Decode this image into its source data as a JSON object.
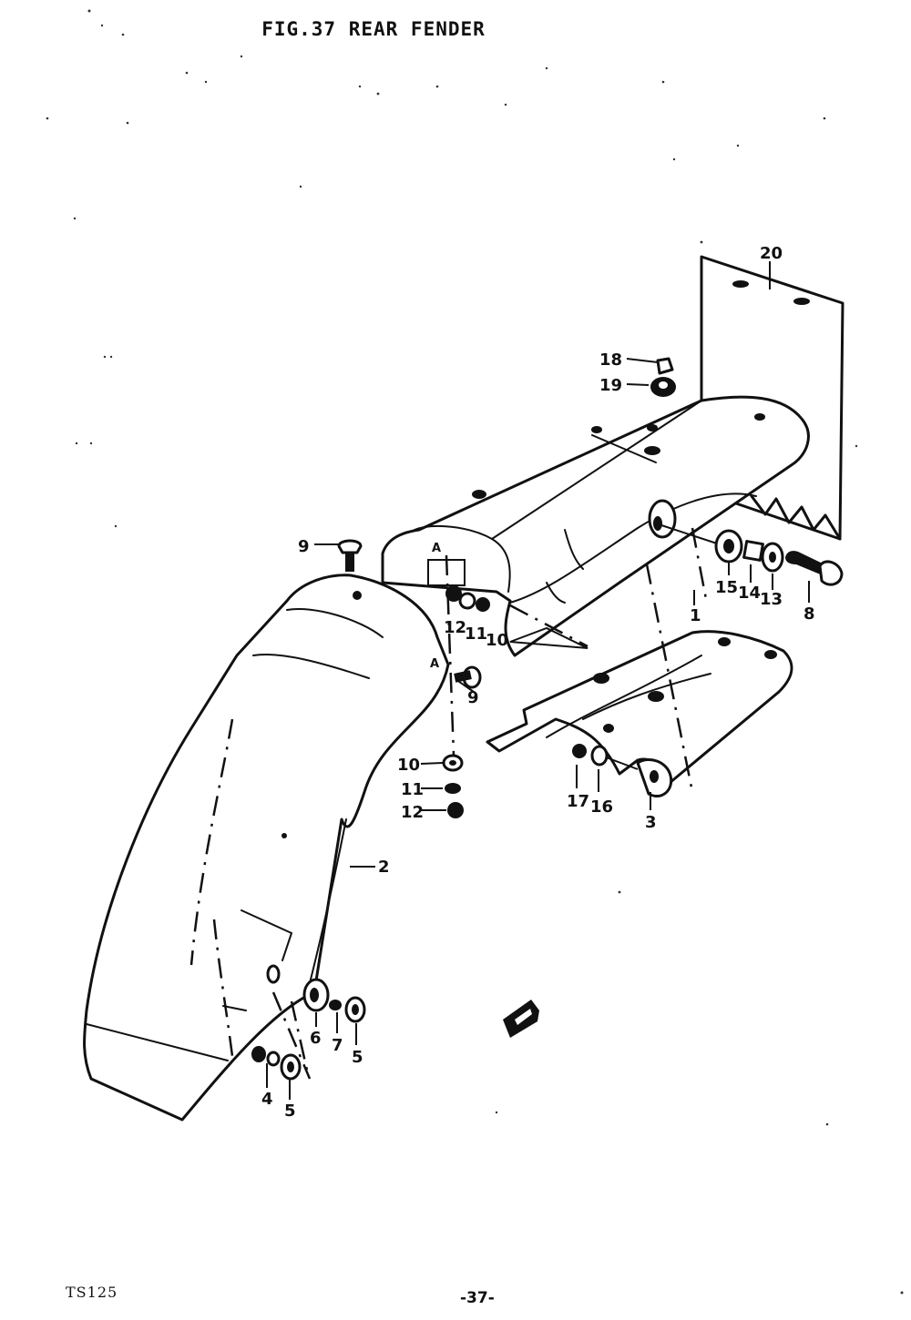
{
  "figure": {
    "title": "FIG.37  REAR FENDER",
    "model": "TS125",
    "page": "-37-"
  },
  "labels": {
    "p2": "2",
    "p3": "3",
    "p4": "4",
    "p5a": "5",
    "p5b": "5",
    "p6": "6",
    "p7": "7",
    "p8": "8",
    "p9a": "9",
    "p9b": "9",
    "p10a": "10",
    "p10b": "10",
    "p11a": "11",
    "p11b": "11",
    "p12a": "12",
    "p12b": "12",
    "p13": "13",
    "p14": "14",
    "p15": "15",
    "p16": "16",
    "p17": "17",
    "p18": "18",
    "p19": "19",
    "p20": "20",
    "p1": "1",
    "refA1": "A",
    "refA2": "A"
  }
}
